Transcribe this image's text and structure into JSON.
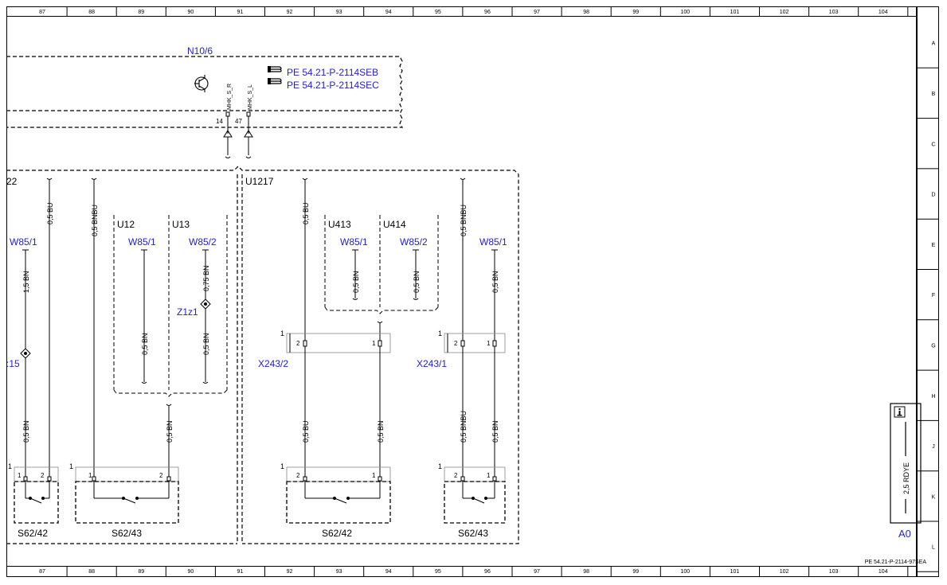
{
  "colors": {
    "line": "#000000",
    "blue": "#1f1fd0",
    "grid": "#000000"
  },
  "top_ruler": [
    "87",
    "88",
    "89",
    "90",
    "91",
    "92",
    "93",
    "94",
    "95",
    "96",
    "97",
    "98",
    "99",
    "100",
    "101",
    "102",
    "103",
    "104"
  ],
  "row_ruler": [
    "A",
    "B",
    "C",
    "D",
    "E",
    "F",
    "G",
    "H",
    "J",
    "K",
    "L"
  ],
  "page_ref": "PE 54.21-P-2114-97SEA",
  "icons": {
    "info": "info-icon",
    "refer": "pointing-hand-icon",
    "transistor": "transistor-icon"
  },
  "module": {
    "name": "N10/6",
    "ref1": "PE 54.21-P-2114SEB",
    "ref2": "PE 54.21-P-2114SEC",
    "pin_a_label": "MHK_S_R",
    "pin_b_label": "MHK_S_L",
    "pin_a_num": "14",
    "pin_b_num": "47"
  },
  "left_block": {
    "name_partial": "22",
    "w1": "W85/1",
    "wire_15bn": "1,5 BN",
    "z_partial": ":15",
    "wire_bu": "0,5 BU",
    "wire_bnbu": "0,5 BNBU",
    "wire_bn_lower": "0,5 BN",
    "u12": "U12",
    "u13": "U13",
    "u12_w": "W85/1",
    "u13_w": "W85/2",
    "u12_wire": "0,5 BN",
    "u13_wire1": "0,75 BN",
    "z1z1": "Z1z1",
    "u13_wire2": "0,5 BN",
    "merge_wire": "0,5 BN",
    "sw1_name": "S62/42",
    "sw2_name": "S62/43",
    "pin1": "1",
    "pin2": "2"
  },
  "right_block": {
    "name": "U1217",
    "wire_bu": "0,5 BU",
    "wire_bnbu": "0,5 BNBU",
    "u413": "U413",
    "u414": "U414",
    "u413_w": "W85/1",
    "u414_w": "W85/2",
    "u413_wire": "0,5 BN",
    "u414_wire": "0,5 BN",
    "w_right": "W85/1",
    "w_right_wire": "0,5 BN",
    "conn1": "X243/2",
    "conn2": "X243/1",
    "lower_bu": "0,5 BU",
    "lower_bn": "0,5 BN",
    "lower_bnbu": "0,5 BNBU",
    "lower_bn2": "0,5 BN",
    "sw1_name": "S62/42",
    "sw2_name": "S62/43",
    "pin1": "1",
    "pin2": "2"
  },
  "ground_box": {
    "wire": "2,5 RDYE",
    "name": "A0"
  }
}
